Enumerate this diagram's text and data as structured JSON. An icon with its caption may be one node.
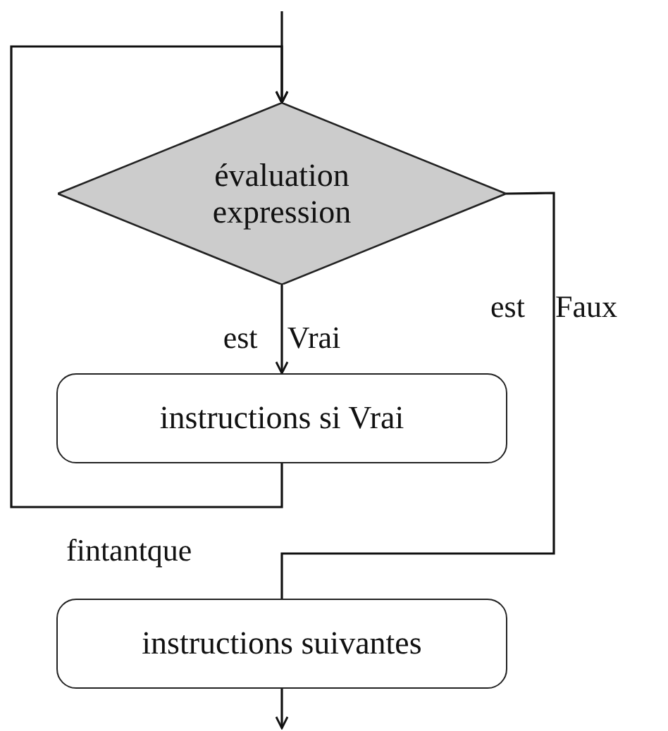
{
  "diagram": {
    "nodes": [
      {
        "text": [
          "évaluation expression"
        ]
      },
      {
        "text": [
          "instructions si Vrai"
        ]
      },
      {
        "text": [
          "instructions suivantes"
        ]
      }
    ],
    "edges": [
      {
        "from": null,
        "to": 0,
        "arrow": "to"
      },
      {
        "from": 0,
        "to": 1,
        "arrow": "to",
        "label": "est Vrai"
      },
      {
        "from": 1,
        "to": 0,
        "arrow": "to"
      },
      {
        "from": 0,
        "to": 2,
        "arrow": "none",
        "label": "est Faux"
      },
      {
        "from": 2,
        "to": null,
        "arrow": "to"
      }
    ],
    "labels": [
      "fintantque"
    ]
  }
}
